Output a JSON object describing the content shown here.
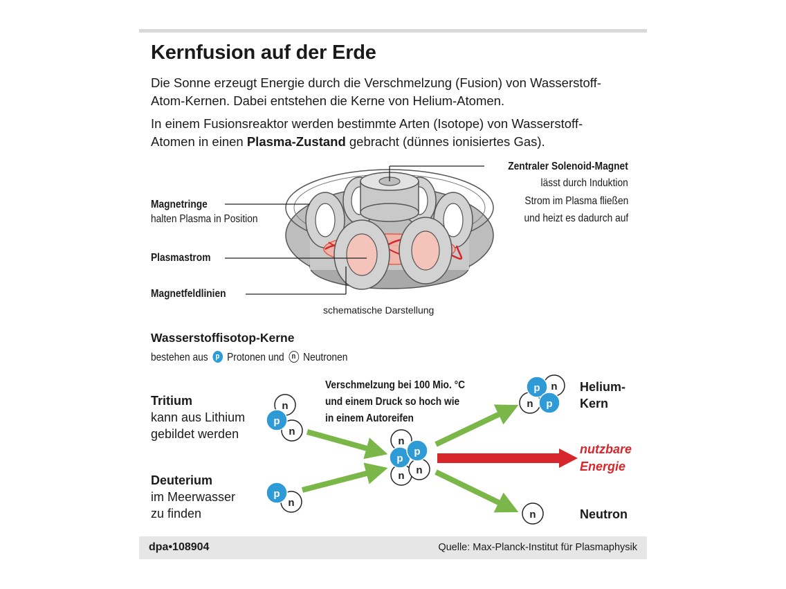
{
  "title": "Kernfusion auf der Erde",
  "intro": {
    "p1_line1": "Die Sonne erzeugt Energie durch die Verschmelzung (Fusion) von Wasserstoff-",
    "p1_line2": "Atom-Kernen. Dabei entstehen die Kerne von Helium-Atomen.",
    "p2_line1": "In einem Fusionsreaktor werden bestimmte Arten (Isotope) von Wasserstoff-",
    "p2_line2_pre": "Atomen in einen ",
    "p2_line2_bold": "Plasma-Zustand",
    "p2_line2_post": " gebracht (dünnes ionisiertes Gas)."
  },
  "reactor": {
    "solenoid_title": "Zentraler Solenoid-Magnet",
    "solenoid_line1": "lässt durch Induktion",
    "solenoid_line2": "Strom im Plasma fließen",
    "solenoid_line3": "und heizt es dadurch auf",
    "rings_title": "Magnetringe",
    "rings_desc": "halten Plasma in Position",
    "plasma_label": "Plasmastrom",
    "fieldlines_label": "Magnetfeldlinien",
    "caption": "schematische Darstellung"
  },
  "isotopes": {
    "heading": "Wasserstoffisotop-Kerne",
    "legend_pre": "bestehen aus",
    "proton_symbol": "p",
    "proton_label": "Protonen und",
    "neutron_symbol": "n",
    "neutron_label": "Neutronen"
  },
  "reaction": {
    "tritium_title": "Tritium",
    "tritium_line1": "kann aus Lithium",
    "tritium_line2": "gebildet werden",
    "deuterium_title": "Deuterium",
    "deuterium_line1": "im Meerwasser",
    "deuterium_line2": "zu finden",
    "fusion_line1": "Verschmelzung bei 100 Mio. °C",
    "fusion_line2": "und einem Druck so hoch wie",
    "fusion_line3": "in einem Autoreifen",
    "helium_line1": "Helium-",
    "helium_line2": "Kern",
    "energy_line1": "nutzbare",
    "energy_line2": "Energie",
    "neutron_label": "Neutron"
  },
  "footer": {
    "agency": "dpa•108904",
    "source": "Quelle: Max-Planck-Institut für Plasmaphysik"
  },
  "colors": {
    "proton": "#2e9ad6",
    "arrow_green": "#7ab648",
    "arrow_red": "#d7262c",
    "plasma": "#e8503a"
  }
}
